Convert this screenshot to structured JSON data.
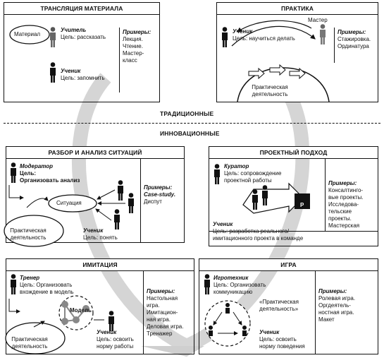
{
  "labels": {
    "traditional": "ТРАДИЦИОННЫЕ",
    "innovative": "ИННОВАЦИОННЫЕ"
  },
  "blocks": {
    "transmission": {
      "title": "ТРАНСЛЯЦИЯ МАТЕРИАЛА",
      "material": "Материал",
      "teacher_role": "Учитель",
      "teacher_goal": "Цель: рассказать",
      "student_role": "Ученик",
      "student_goal": "Цель: запомнить",
      "examples_title": "Примеры:",
      "examples": [
        "Лекция.",
        "Чтение.",
        "Мастер-",
        "класс"
      ]
    },
    "practice": {
      "title": "ПРАКТИКА",
      "master_role": "Мастер",
      "student_role": "Ученик",
      "student_goal": "Цель: научиться делать",
      "activity": [
        "Практическая",
        "деятельность"
      ],
      "examples_title": "Примеры:",
      "examples": [
        "Стажировка.",
        "Ординатура"
      ]
    },
    "case": {
      "title": "РАЗБОР И АНАЛИЗ СИТУАЦИЙ",
      "moderator_role": "Модератор",
      "moderator_goal": [
        "Цель:",
        "Организовать анализ"
      ],
      "situation": "Ситуация",
      "activity": [
        "Практическая",
        "деятельность"
      ],
      "student_role": "Ученик",
      "student_goal": "Цель: понять",
      "examples_title": "Примеры:",
      "examples": [
        "Case-study.",
        "Диспут"
      ]
    },
    "project": {
      "title": "ПРОЕКТНЫЙ ПОДХОД",
      "curator_role": "Куратор",
      "curator_goal": [
        "Цель: сопровождение",
        "проектной работы"
      ],
      "result_letter": "Р",
      "student_role": "Ученик",
      "student_goal": [
        "Цель: разработка реального/",
        "имитационного проекта в команде"
      ],
      "examples_title": "Примеры:",
      "examples": [
        "Консалтинго-",
        "вые проекты.",
        "Исследова-",
        "тельские",
        "проекты.",
        "Мастерская"
      ]
    },
    "imitation": {
      "title": "ИМИТАЦИЯ",
      "trainer_role": "Тренер",
      "trainer_goal": [
        "Цель: Организовать",
        "вхождение в модель"
      ],
      "model": "Модель",
      "activity": [
        "Практическая",
        "деятельность"
      ],
      "student_role": "Ученик",
      "student_goal": [
        "Цель: освоить",
        "норму работы"
      ],
      "examples_title": "Примеры:",
      "examples": [
        "Настольная",
        "игра.",
        "Имитацион-",
        "ная игра.",
        "Деловая игра.",
        "Тренажер"
      ]
    },
    "game": {
      "title": "ИГРА",
      "gametech_role": "Игротехник",
      "gametech_goal": [
        "Цель: Организовать",
        "коммуникацию"
      ],
      "activity": [
        "«Практическая",
        "деятельность»"
      ],
      "student_role": "Ученик",
      "student_goal": [
        "Цель: освоить",
        "норму поведения"
      ],
      "examples_title": "Примеры:",
      "examples": [
        "Ролевая игра.",
        "Оргдеятель-",
        "ностная игра.",
        "Макет"
      ]
    }
  }
}
